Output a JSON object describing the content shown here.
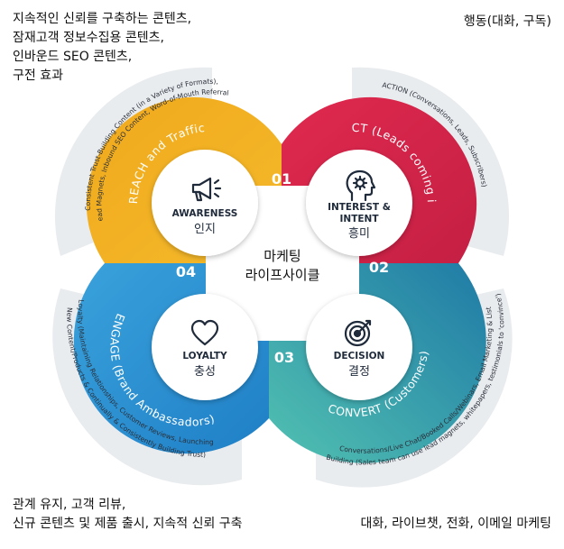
{
  "notes": {
    "top_left": [
      "지속적인 신뢰를 구축하는 콘텐츠,",
      "잠재고객 정보수집용 콘텐츠,",
      "인바운드 SEO 콘텐츠,",
      "구전 효과"
    ],
    "top_right": [
      "행동(대화, 구독)"
    ],
    "bottom_left": [
      "관계 유지, 고객 리뷰,",
      "신규 콘텐츠 및 제품 출시, 지속적 신뢰 구축"
    ],
    "bottom_right": [
      "대화, 라이브챗, 전화, 이메일 마케팅"
    ]
  },
  "center": {
    "line1": "마케팅",
    "line2": "라이프사이클"
  },
  "stages": {
    "awareness": {
      "number": "01",
      "title": "AWARENESS",
      "korean": "인지",
      "arc_label": "REACH and Traffic",
      "outer_text": [
        "Consistent Trust-Building Content (in a Variety of Formats),",
        "Lead Magnets, Inbound SEO Content, Word-of-Mouth Referrals"
      ],
      "icon": "megaphone-icon"
    },
    "interest": {
      "number": "02",
      "title_1": "INTEREST &",
      "title_2": "INTENT",
      "korean": "흥미",
      "arc_label": "ACT (Leads coming in)",
      "outer_text": [
        "ACTION (Conversations, Leads, Subscribers)"
      ],
      "icon": "head-gear-icon"
    },
    "decision": {
      "number": "03",
      "title": "DECISION",
      "korean": "결정",
      "arc_label": "CONVERT (Customers)",
      "outer_text": [
        "Conversations/Live Chat/Booked Calls/Webinars, Email Marketing & List",
        "Building (Sales team can use lead magnets, whitepapers, testimonials to 'convince')"
      ],
      "icon": "target-icon"
    },
    "loyalty": {
      "number": "04",
      "title": "LOYALTY",
      "korean": "충성",
      "arc_label": "ENGAGE (Brand Ambassadors)",
      "outer_text": [
        "Loyalty (Maintaining Relationships, Customer Reviews, Launching",
        "New Content/Products & Continually & Consistently Building Trust)"
      ],
      "icon": "heart-icon"
    }
  },
  "colors": {
    "awareness": "#f29a1e",
    "interest": "#d8244a",
    "decision": "#2ea6ad",
    "loyalty": "#2a8fd0",
    "outer_ring": "#e9ecef",
    "text_dark": "#1f2a3a"
  }
}
